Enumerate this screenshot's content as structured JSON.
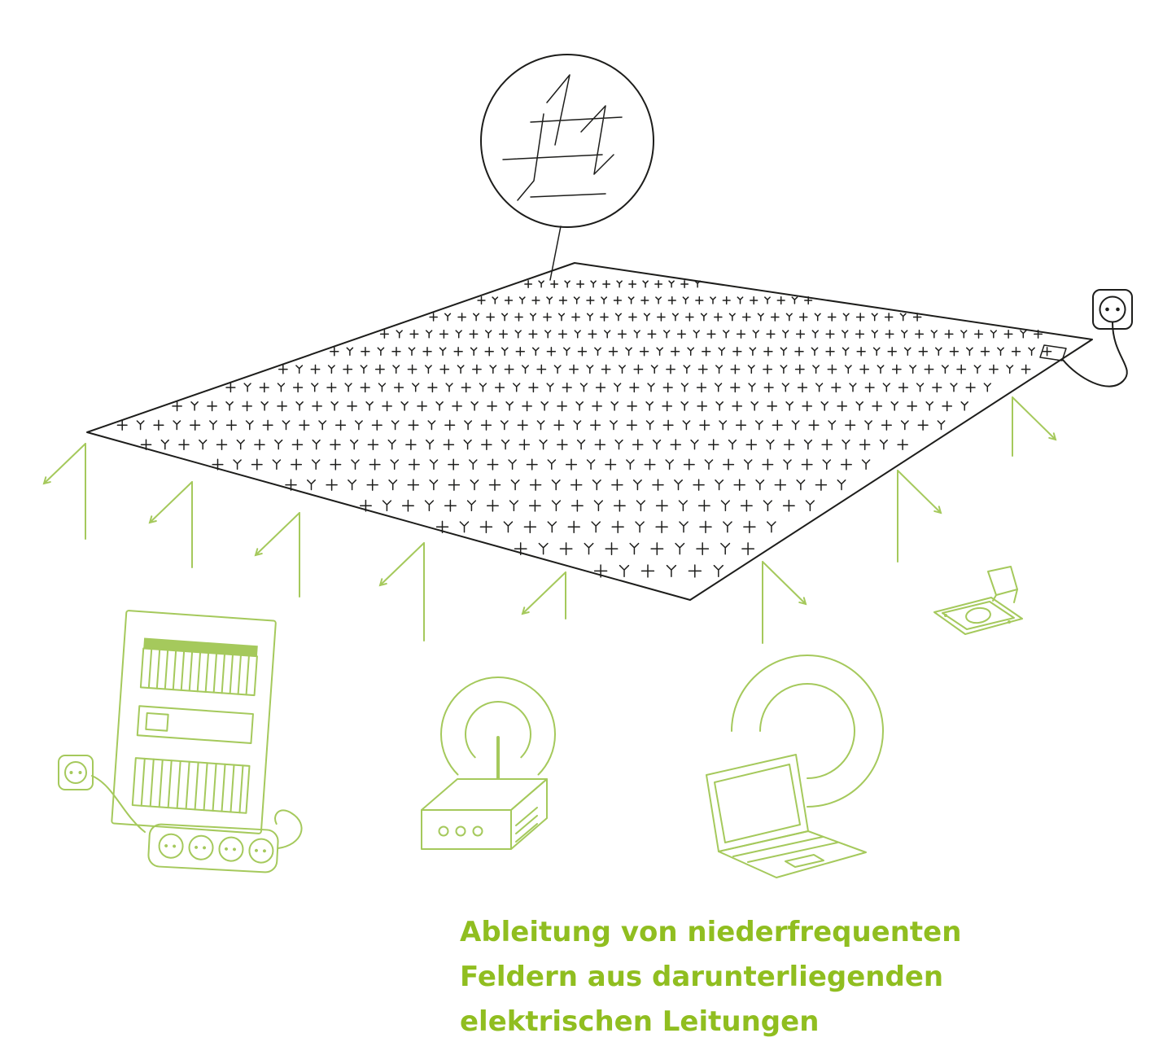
{
  "colors": {
    "ink": "#1d1d1b",
    "device_green": "#a5c95c",
    "caption_green": "#90be20",
    "background": "#ffffff"
  },
  "caption": {
    "lines": [
      "Ableitung von niederfrequenten",
      "Feldern aus darunterliegenden",
      "elektrischen Leitungen"
    ]
  },
  "icons": {
    "magnifier": "mesh-detail-circle",
    "mat": "shielding-mat",
    "wall_socket": "wall-socket",
    "panel": "breaker-panel",
    "wall_plug": "wall-plug",
    "power_strip": "power-strip",
    "router": "wifi-router",
    "laptop": "laptop",
    "floor_socket": "floor-socket-box",
    "arrows": "deflection-arrows"
  }
}
